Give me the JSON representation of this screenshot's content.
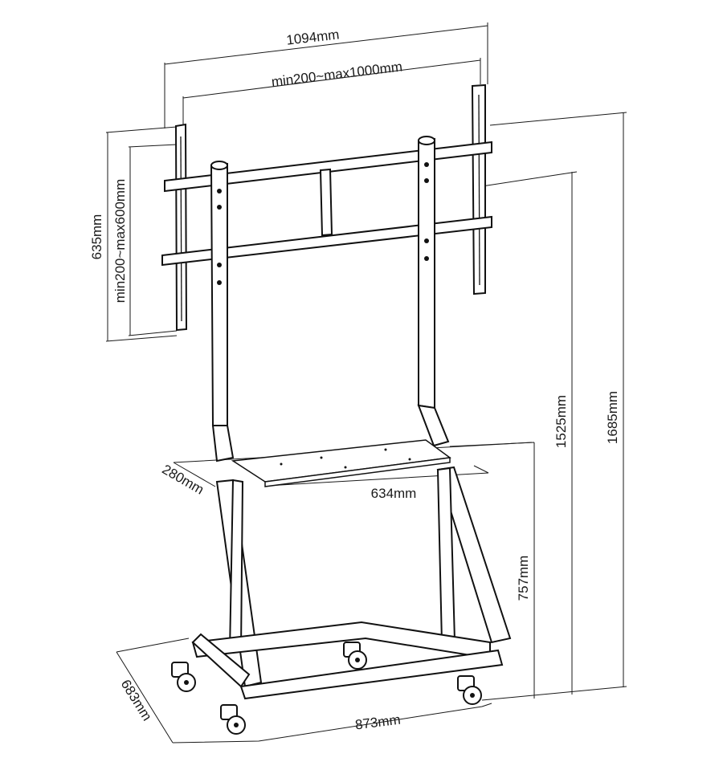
{
  "dimensions": {
    "overall_width": "1094mm",
    "vesa_horizontal": "min200~max1000mm",
    "bracket_height": "635mm",
    "vesa_vertical": "min200~max600mm",
    "max_height": "1685mm",
    "mount_height": "1525mm",
    "shelf_height": "757mm",
    "shelf_depth": "280mm",
    "shelf_width": "634mm",
    "base_depth": "683mm",
    "base_width": "873mm"
  }
}
